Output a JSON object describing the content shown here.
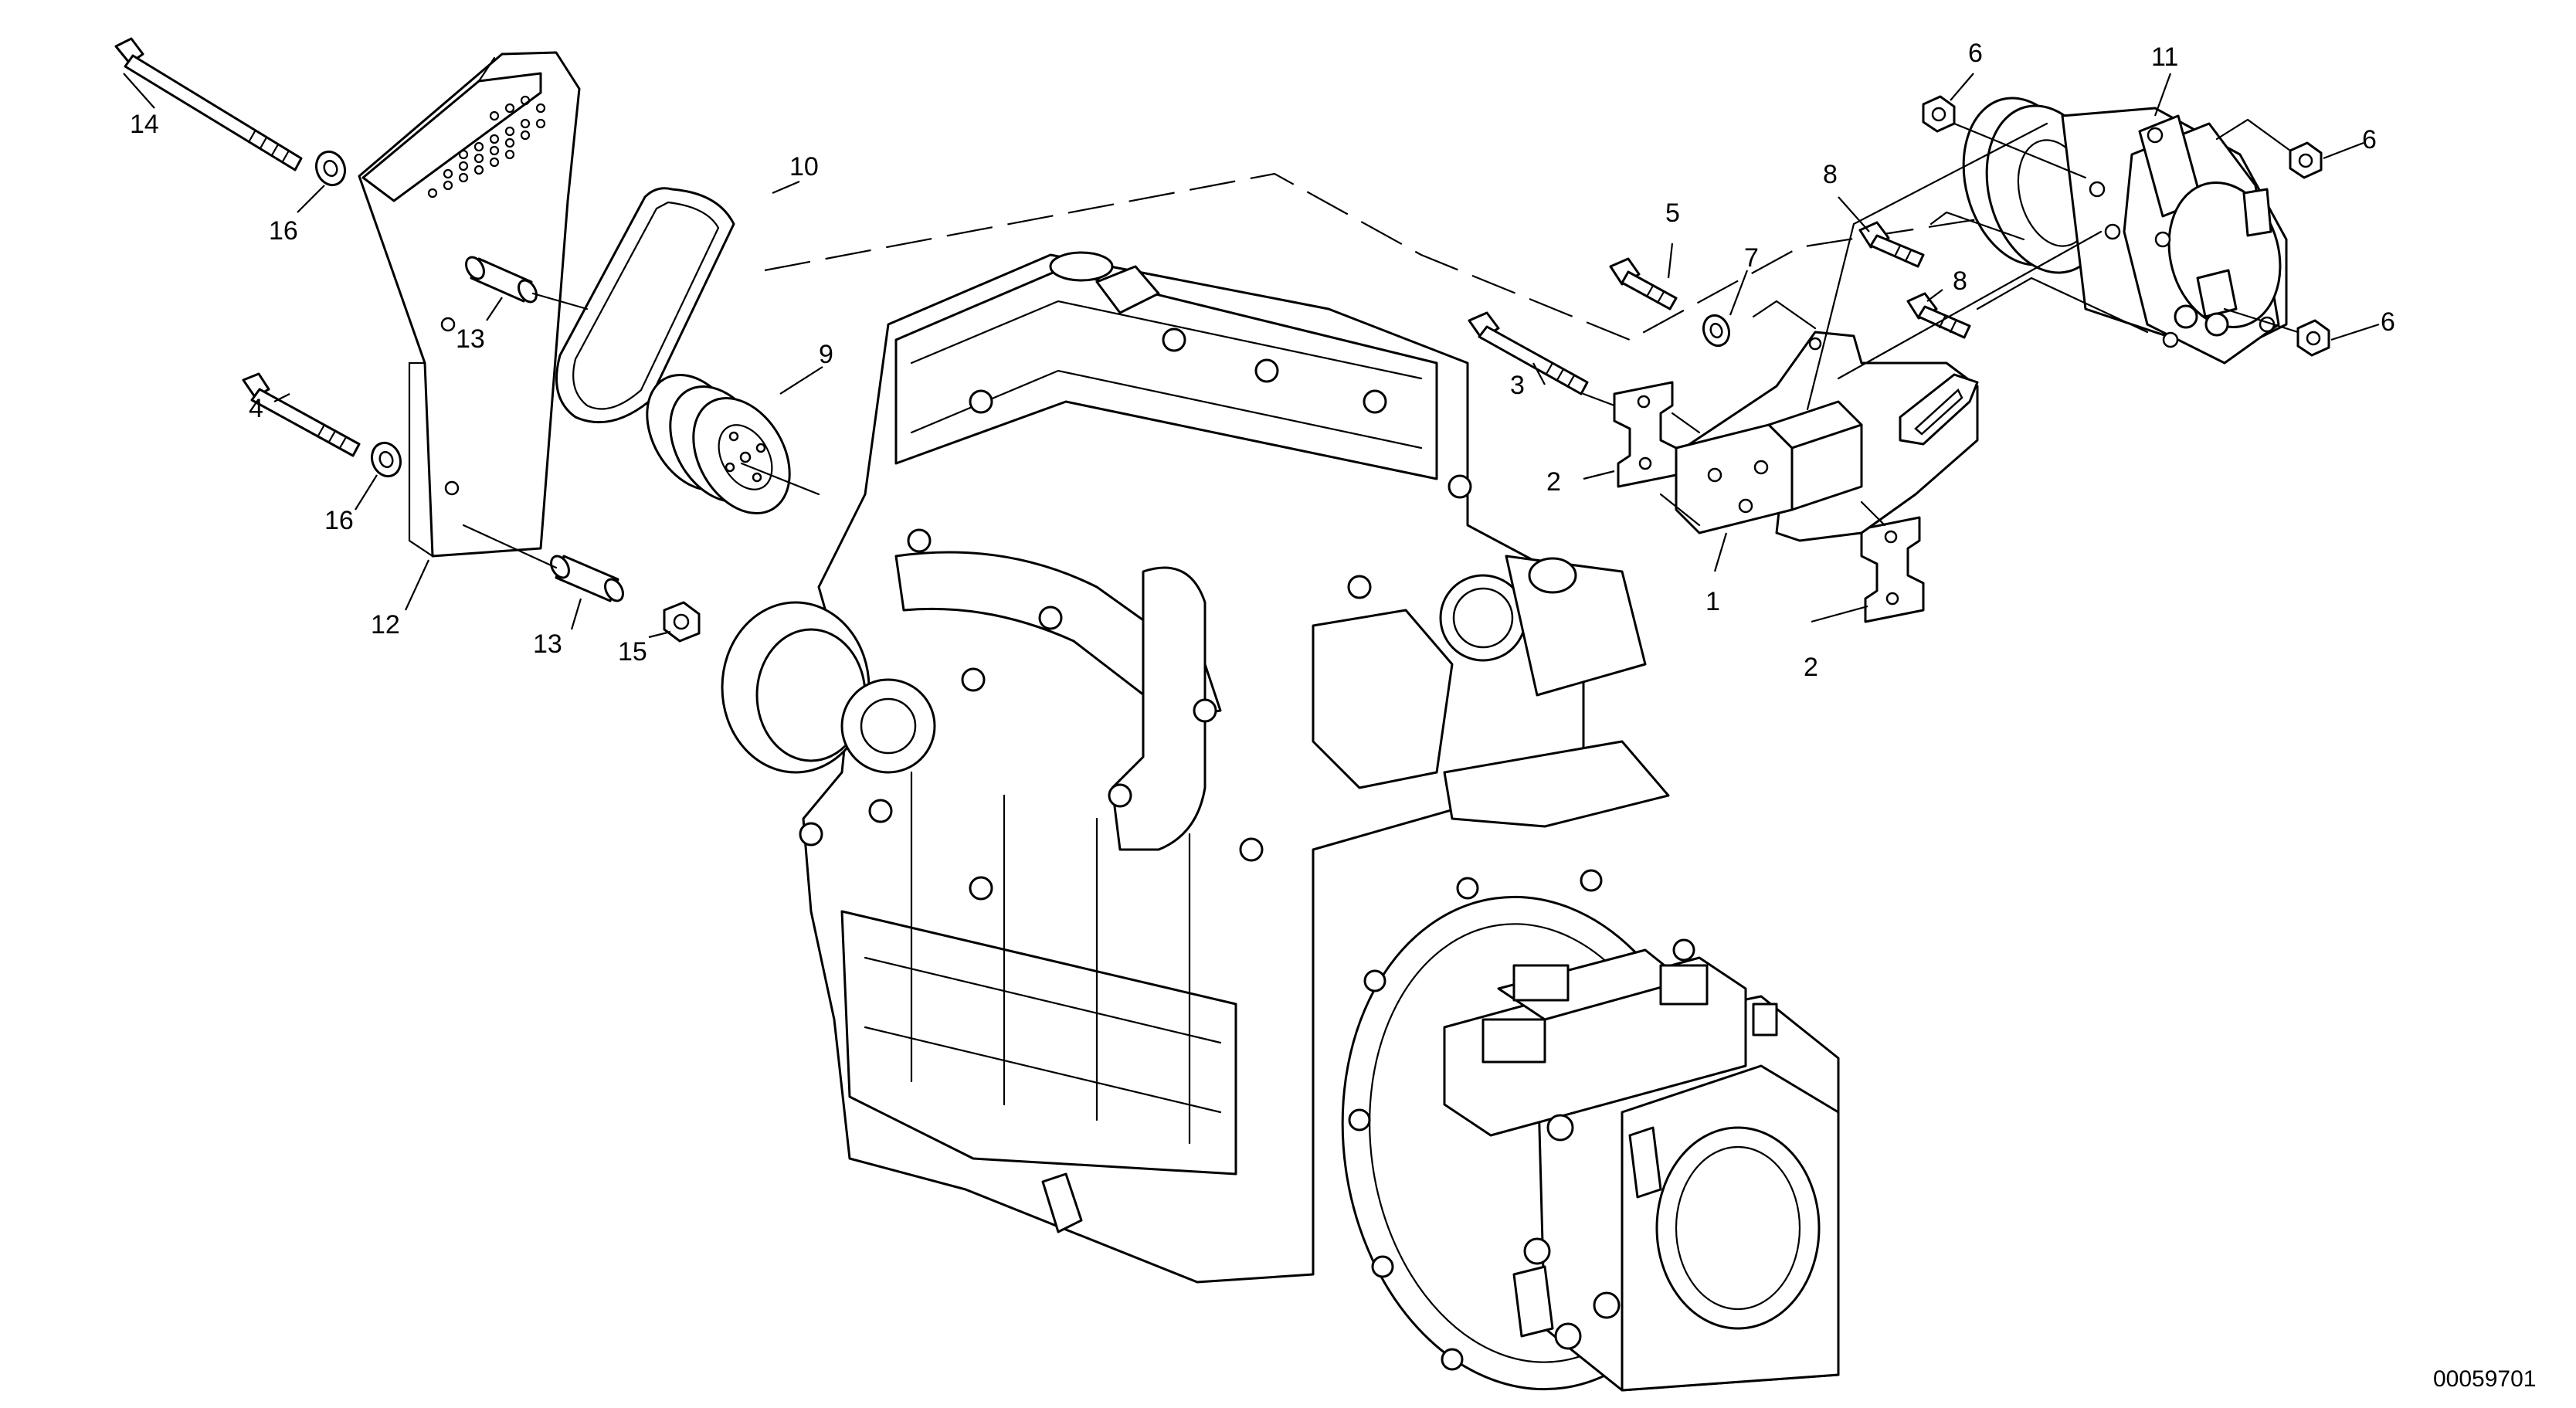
{
  "document_number": "00059701",
  "callouts": [
    {
      "id": "c1",
      "label": "1",
      "part": "compressor-bracket"
    },
    {
      "id": "c2a",
      "label": "2",
      "part": "bracket-plate"
    },
    {
      "id": "c2b",
      "label": "2",
      "part": "bracket-plate"
    },
    {
      "id": "c3",
      "label": "3",
      "part": "bolt"
    },
    {
      "id": "c4",
      "label": "4",
      "part": "bolt"
    },
    {
      "id": "c5",
      "label": "5",
      "part": "bolt"
    },
    {
      "id": "c6a",
      "label": "6",
      "part": "nut"
    },
    {
      "id": "c6b",
      "label": "6",
      "part": "nut"
    },
    {
      "id": "c6c",
      "label": "6",
      "part": "nut"
    },
    {
      "id": "c7",
      "label": "7",
      "part": "washer"
    },
    {
      "id": "c8a",
      "label": "8",
      "part": "bolt"
    },
    {
      "id": "c8b",
      "label": "8",
      "part": "bolt"
    },
    {
      "id": "c9",
      "label": "9",
      "part": "pulley"
    },
    {
      "id": "c10",
      "label": "10",
      "part": "v-belt"
    },
    {
      "id": "c11",
      "label": "11",
      "part": "ac-compressor"
    },
    {
      "id": "c12",
      "label": "12",
      "part": "belt-guard"
    },
    {
      "id": "c13a",
      "label": "13",
      "part": "spacer"
    },
    {
      "id": "c13b",
      "label": "13",
      "part": "spacer"
    },
    {
      "id": "c14",
      "label": "14",
      "part": "bolt"
    },
    {
      "id": "c15",
      "label": "15",
      "part": "nut"
    },
    {
      "id": "c16a",
      "label": "16",
      "part": "washer"
    },
    {
      "id": "c16b",
      "label": "16",
      "part": "washer"
    }
  ]
}
